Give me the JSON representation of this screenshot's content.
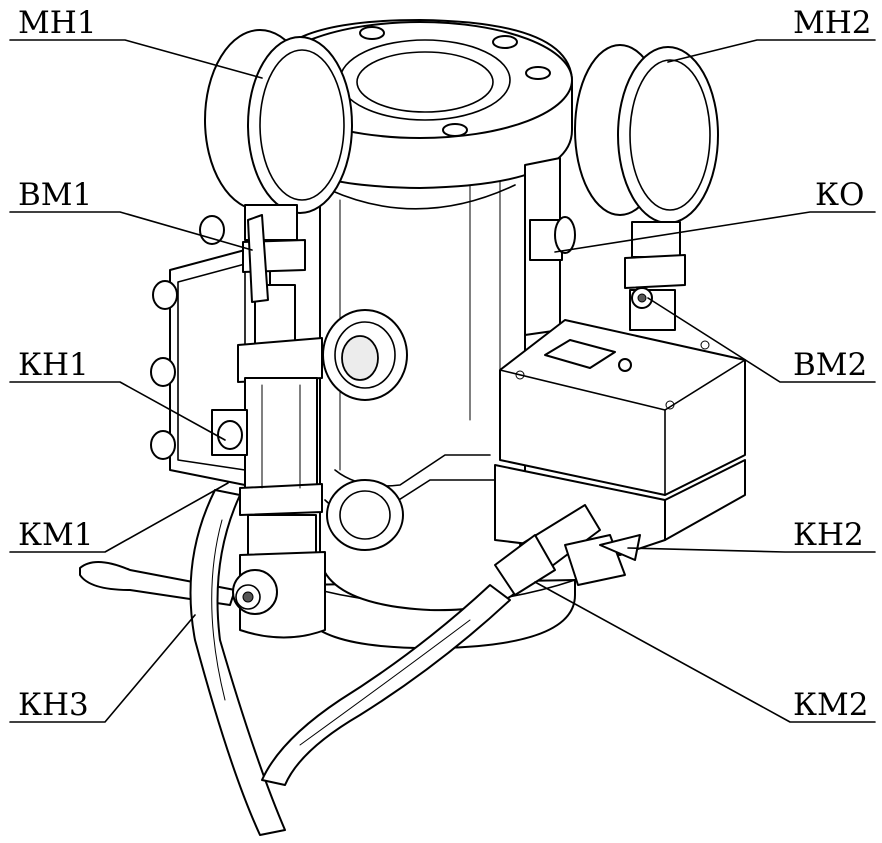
{
  "labels": {
    "mn1": "МН1",
    "mn2": "МН2",
    "vm1": "ВМ1",
    "ko": "КО",
    "kn1": "КН1",
    "vm2": "ВМ2",
    "km1": "КМ1",
    "kn2": "КН2",
    "kn3": "КН3",
    "km2": "КМ2"
  }
}
